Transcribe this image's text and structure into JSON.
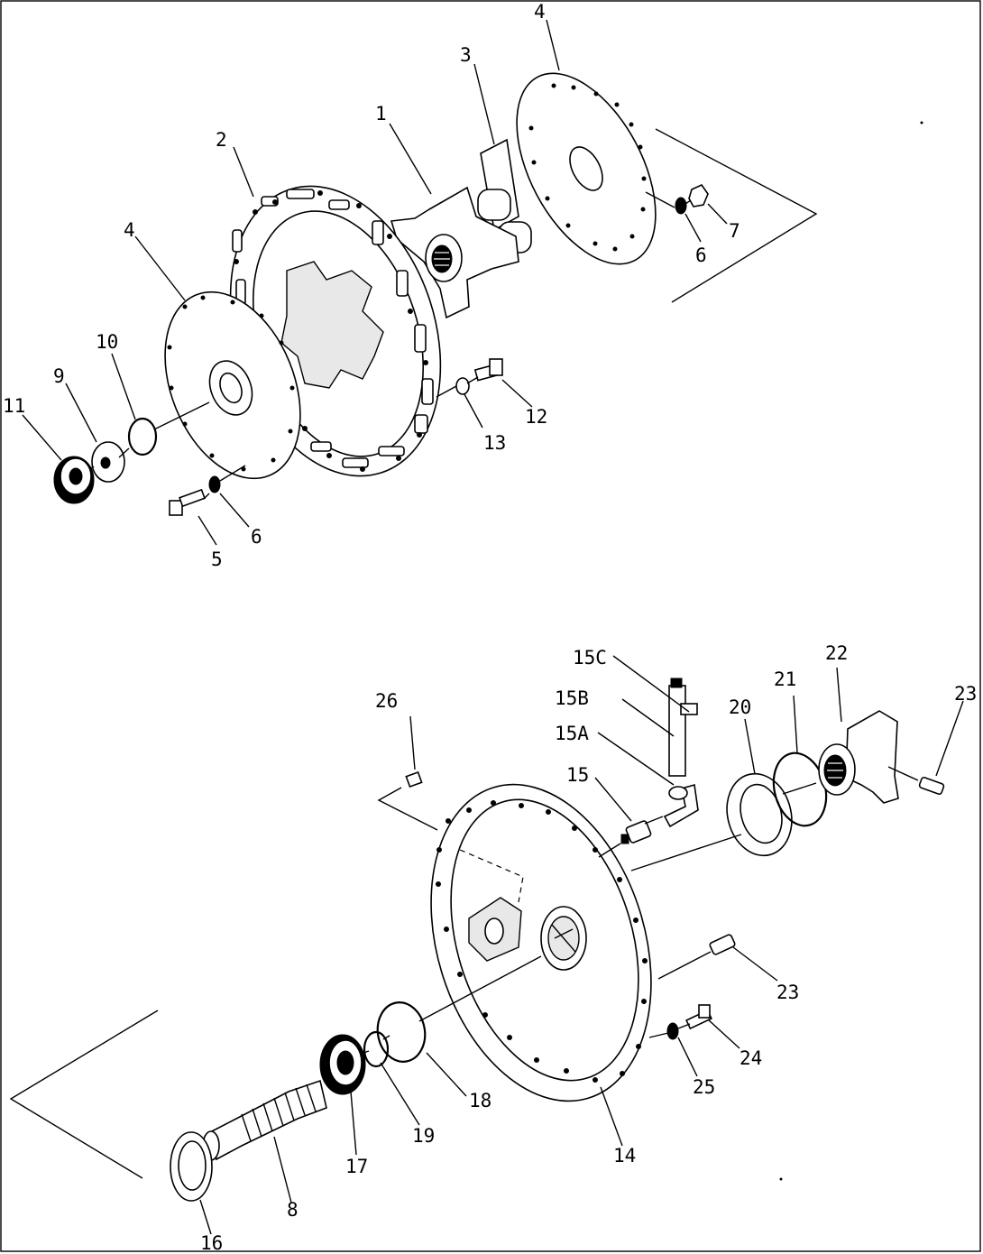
{
  "callouts": {
    "c1": "1",
    "c2": "2",
    "c3": "3",
    "c4a": "4",
    "c4b": "4",
    "c5": "5",
    "c6a": "6",
    "c6b": "6",
    "c7": "7",
    "c9": "9",
    "c10": "10",
    "c11": "11",
    "c12": "12",
    "c13": "13",
    "c14": "14",
    "c15": "15",
    "c15a": "15A",
    "c15b": "15B",
    "c15c": "15C",
    "c16": "16",
    "c17": "17",
    "c18": "18",
    "c19": "19",
    "c20": "20",
    "c21": "21",
    "c22": "22",
    "c23a": "23",
    "c23b": "23",
    "c24": "24",
    "c25": "25",
    "c26": "26",
    "c8": "8"
  }
}
